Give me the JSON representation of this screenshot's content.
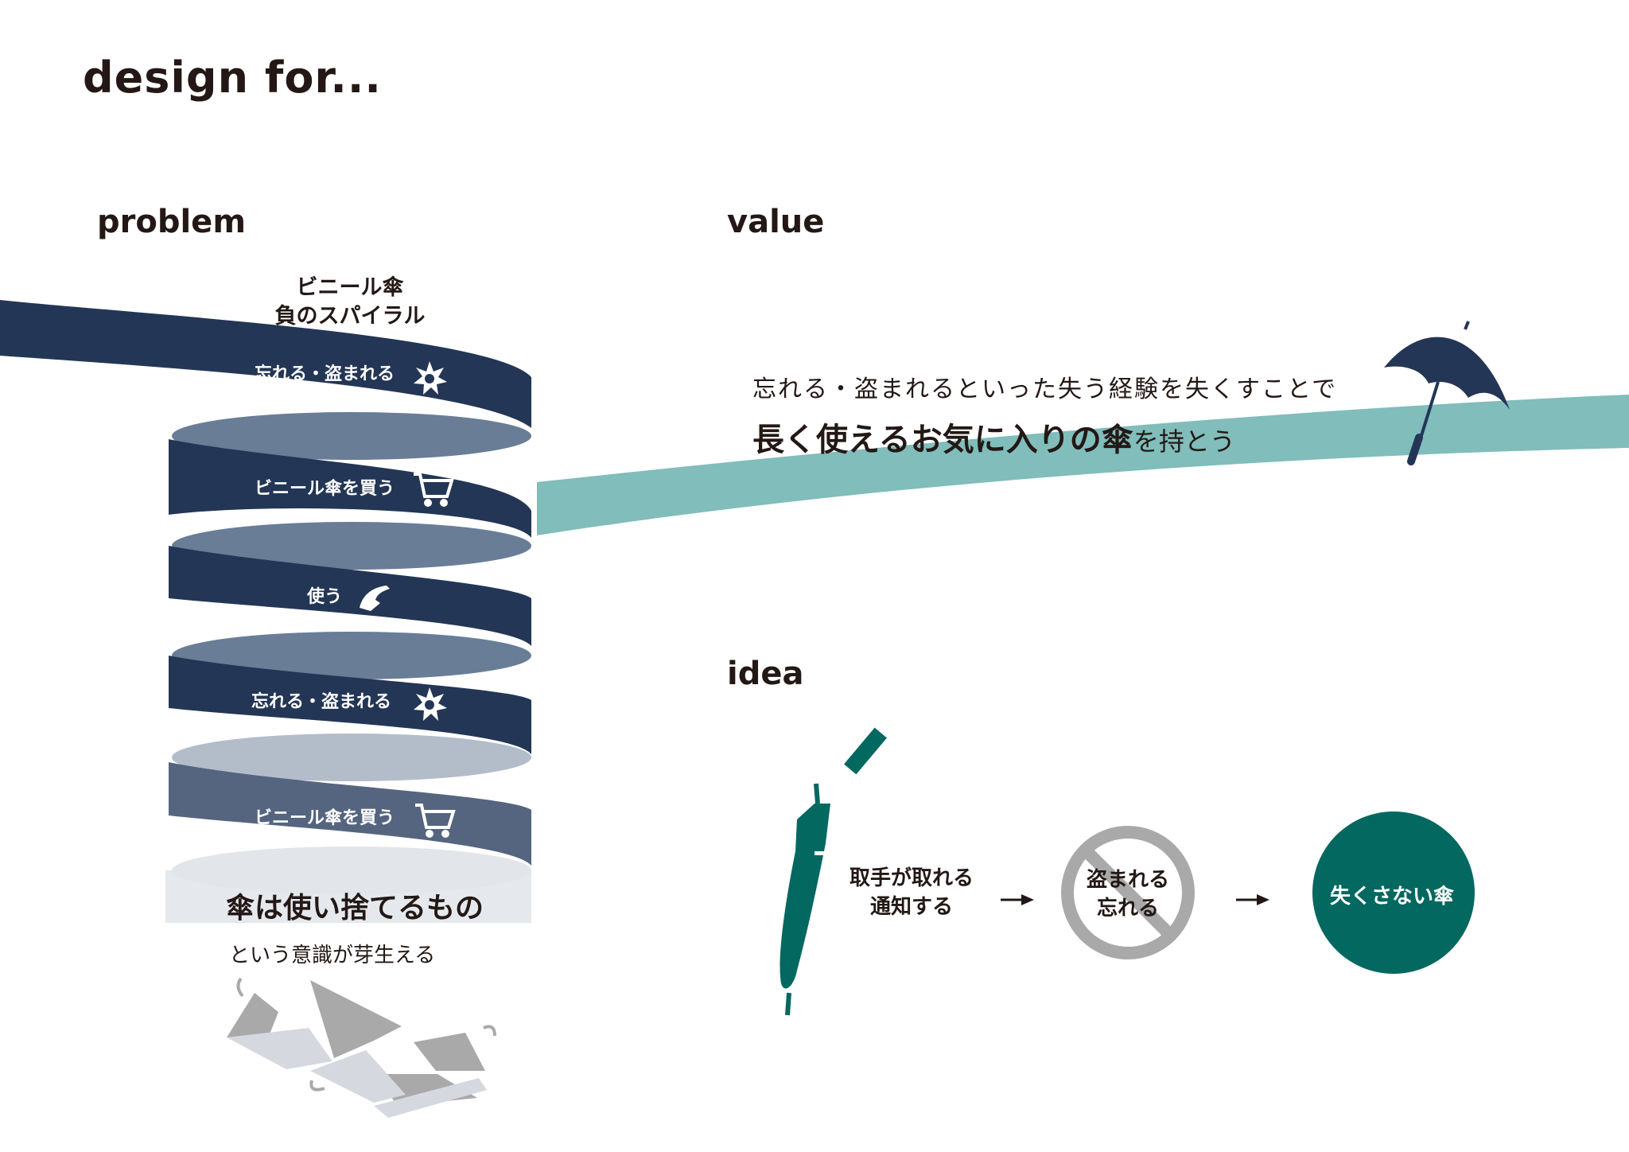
{
  "title": "design for...",
  "sections": {
    "problem": "problem",
    "value": "value",
    "idea": "idea"
  },
  "colors": {
    "navy": "#243656",
    "slate": "#6a7d96",
    "pale_slate": "#b3bdca",
    "faded_navy": "#55657f",
    "mist": "#e2e5ea",
    "teal_band": "#80bdbb",
    "dark_teal": "#03685f",
    "gray_icon": "#a9a9aa",
    "text": "#231815"
  },
  "problem": {
    "spiral_title": [
      "ビニール傘",
      "負のスパイラル"
    ],
    "bands": [
      {
        "label": "忘れる・盗まれる",
        "icon": "burst-icon"
      },
      {
        "label": "ビニール傘を買う",
        "icon": "cart-icon"
      },
      {
        "label": "使う",
        "icon": "hand-icon"
      },
      {
        "label": "忘れる・盗まれる",
        "icon": "burst-icon"
      },
      {
        "label": "ビニール傘を買う",
        "icon": "cart-icon"
      }
    ],
    "conclusion_main": "傘は使い捨てるもの",
    "conclusion_sub": "という意識が芽生える",
    "discarded_icon": "discarded-umbrellas-icon"
  },
  "value": {
    "line1": "忘れる・盗まれるといった失う経験を失くすことで",
    "line2_bold": "長く使えるお気に入りの傘",
    "line2_rest": "を持とう",
    "icon": "umbrella-icon"
  },
  "idea": {
    "step1": [
      "取手が取れる",
      "通知する"
    ],
    "step2": [
      "盗まれる",
      "忘れる"
    ],
    "result": "失くさない傘",
    "icons": [
      "detachable-handle-umbrella-icon",
      "prohibited-icon",
      "arrow-icon"
    ]
  }
}
